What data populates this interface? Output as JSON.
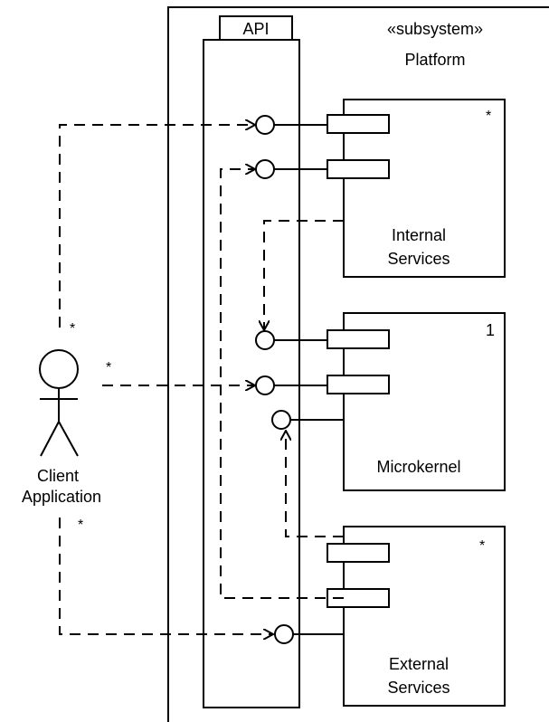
{
  "diagram": {
    "stereotype": "«subsystem»",
    "name": "Platform",
    "api_label": "API",
    "actor_label": [
      "Client",
      "Application"
    ],
    "components": {
      "internal": {
        "label": [
          "Internal",
          "Services"
        ],
        "multiplicity": "*"
      },
      "microkernel": {
        "label": [
          "Microkernel"
        ],
        "multiplicity": "1"
      },
      "external": {
        "label": [
          "External",
          "Services"
        ],
        "multiplicity": "*"
      }
    },
    "actor_multiplicities": [
      "*",
      "*",
      "*"
    ],
    "colors": {
      "line": "#000000",
      "background": "#ffffff"
    }
  }
}
